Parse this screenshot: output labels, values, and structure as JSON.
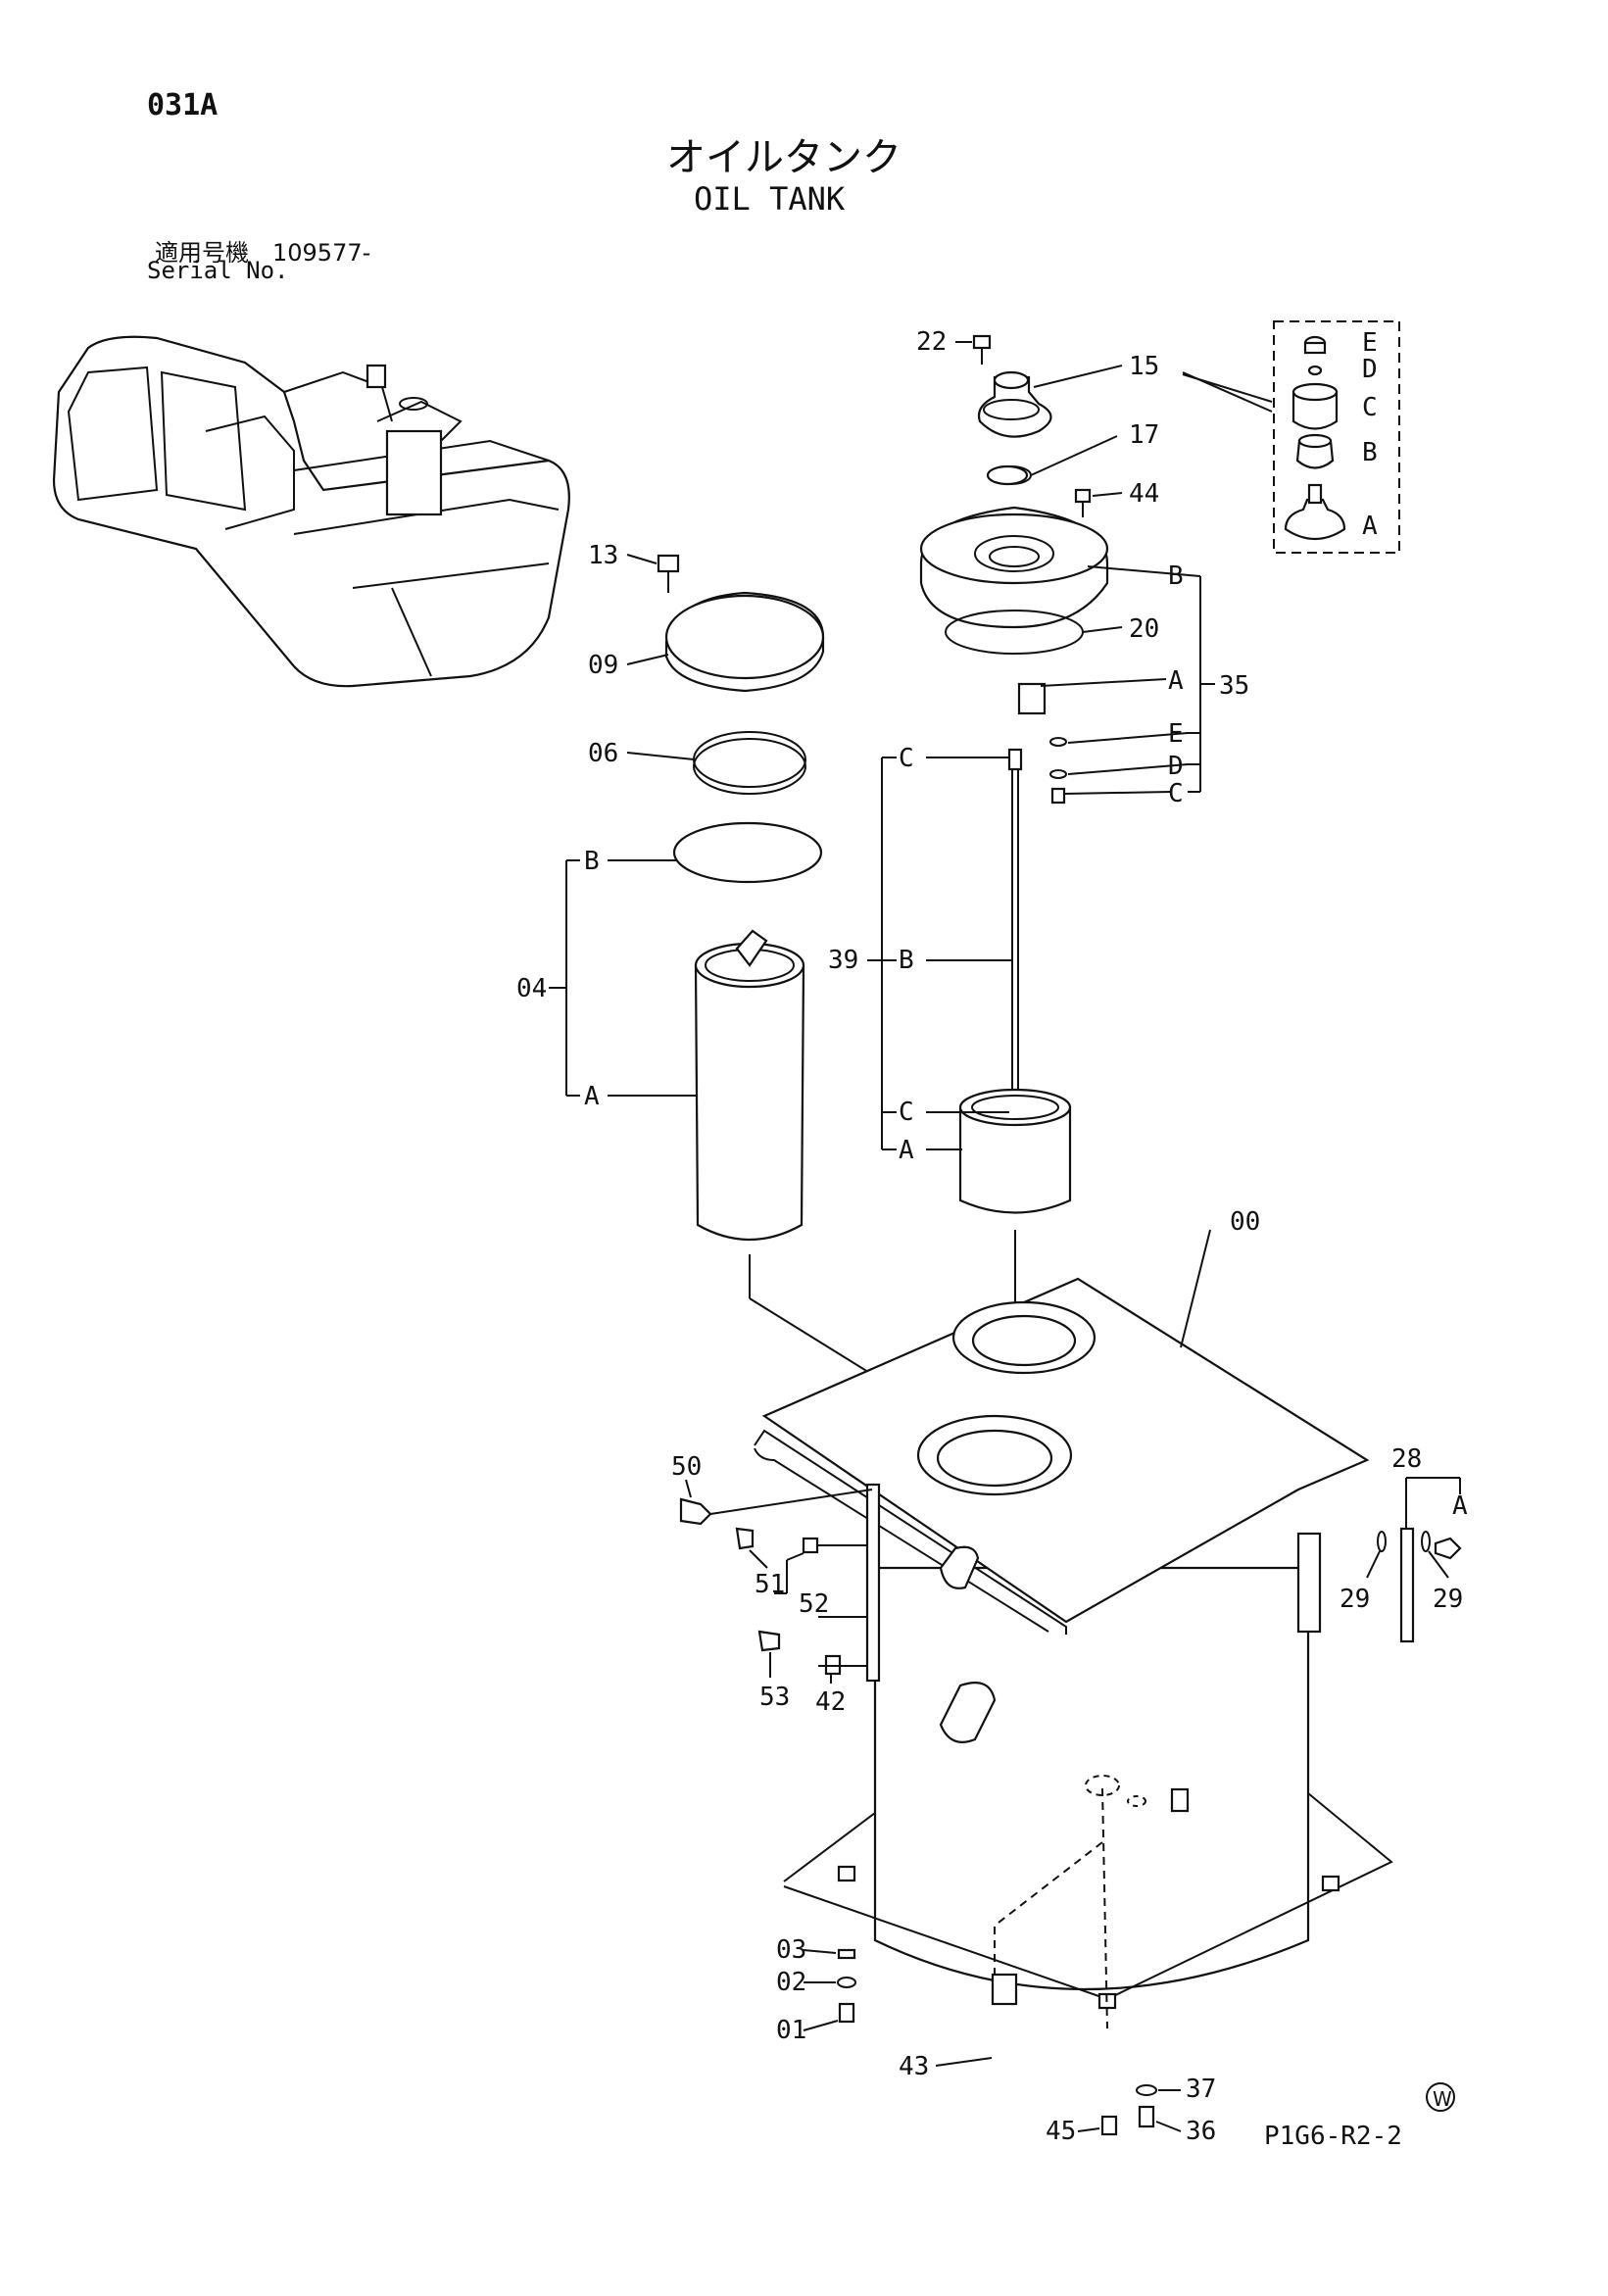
{
  "header": {
    "ref": "031A",
    "title_jp": "オイルタンク",
    "title_en": "OIL TANK",
    "serial_jp": "適用号機　109577-",
    "serial_en": "Serial No."
  },
  "footer": {
    "code": "P1G6-R2-2",
    "mark": "W"
  },
  "part_labels": {
    "p22": "22",
    "p15": "15",
    "p17": "17",
    "p44": "44",
    "p13": "13",
    "p09": "09",
    "p20": "20",
    "p35": "35",
    "p06": "06",
    "p04": "04",
    "p39": "39",
    "p00": "00",
    "p50": "50",
    "p51": "51",
    "p52": "52",
    "p53": "53",
    "p42": "42",
    "p28": "28",
    "p29a": "29",
    "p29b": "29",
    "p03": "03",
    "p02": "02",
    "p01": "01",
    "p43": "43",
    "p45": "45",
    "p37": "37",
    "p36": "36"
  },
  "sub_labels": {
    "k15E": "E",
    "k15D": "D",
    "k15C": "C",
    "k15B": "B",
    "k15A": "A",
    "k35B": "B",
    "k35A": "A",
    "k35E": "E",
    "k35D": "D",
    "k35C": "C",
    "k39C1": "C",
    "k39B": "B",
    "k39C2": "C",
    "k39A": "A",
    "k04B": "B",
    "k04A": "A",
    "k28A": "A"
  }
}
